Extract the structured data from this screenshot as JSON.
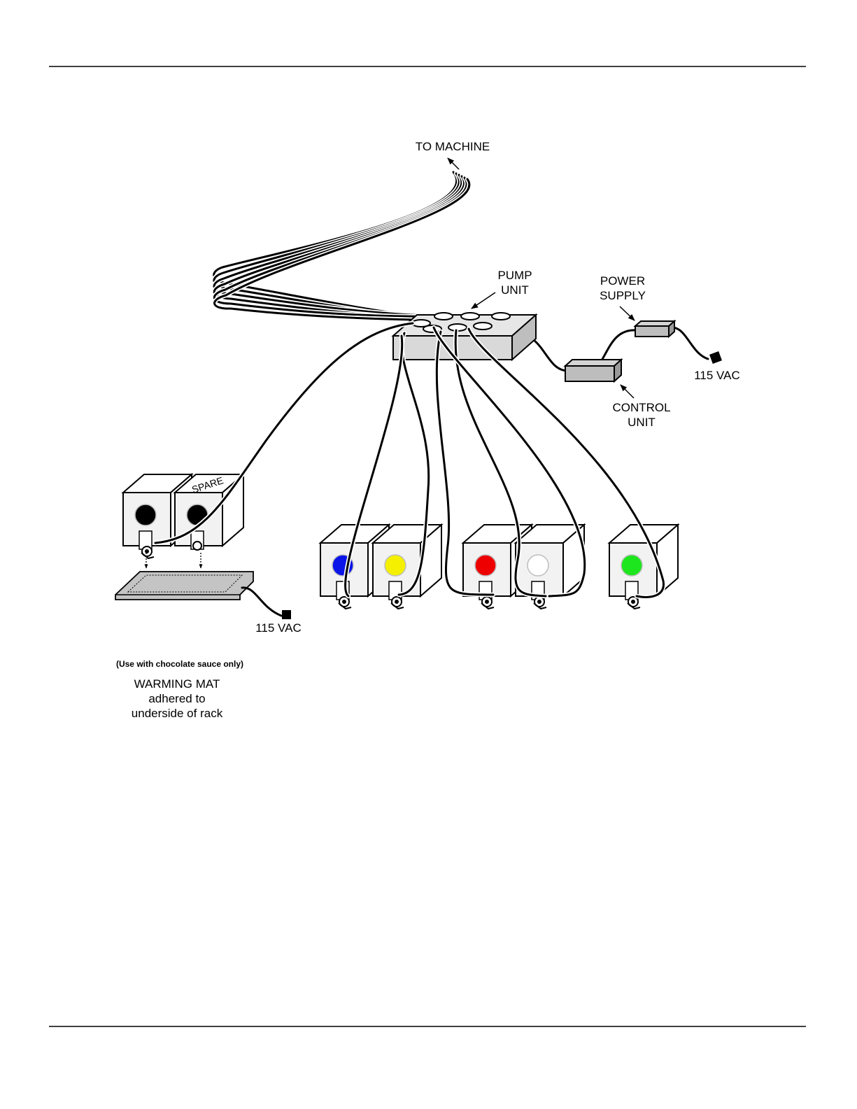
{
  "labels": {
    "to_machine": "TO MACHINE",
    "pump_unit": [
      "PUMP",
      "UNIT"
    ],
    "power_supply": [
      "POWER",
      "SUPPLY"
    ],
    "control_unit": [
      "CONTROL",
      "UNIT"
    ],
    "vac_right": "115 VAC",
    "vac_mat": "115 VAC",
    "spare": "SPARE",
    "chocolate_note": "(Use with chocolate sauce only)",
    "warming_mat": [
      "WARMING MAT",
      "adhered to",
      "underside of rack"
    ]
  },
  "colors": {
    "blue_bag": "#0a14e8",
    "yellow_bag": "#f5f000",
    "red_bag": "#ee0000",
    "white_bag": "#ffffff",
    "green_bag": "#1ee61e",
    "black_bag": "#000000",
    "box_gray": "#c0c0c0",
    "mat_gray": "#c4c4c4",
    "cabinet": "#f2f2f2"
  }
}
